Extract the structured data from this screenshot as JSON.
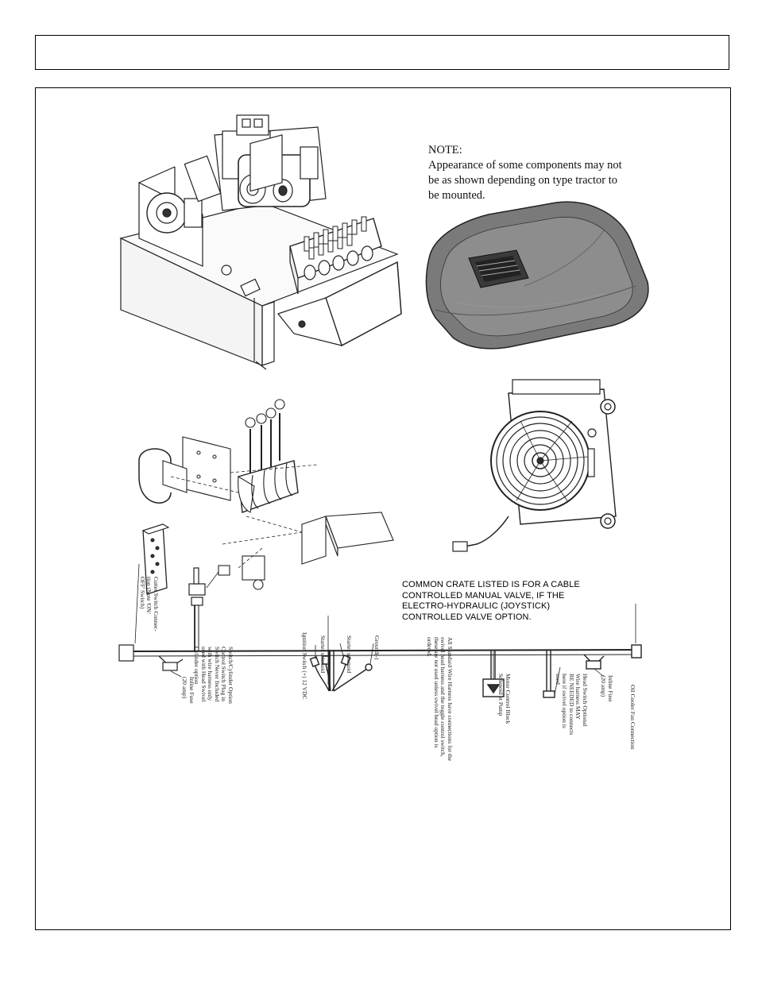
{
  "note": {
    "heading": "NOTE:",
    "line1": "Appearance of some components may not",
    "line2": "be as shown depending on type tractor to",
    "line3": "be mounted."
  },
  "crate_note": {
    "line1": "COMMON CRATE LISTED IS FOR A CABLE",
    "line2": "CONTROLLED MANUAL VALVE, IF THE",
    "line3": "ELECTRO-HYDRAULIC (JOYSTICK)",
    "line4": "CONTROLLED VALVE OPTION."
  },
  "harness_labels": {
    "cutter_switch": "Cutter Switch Connec-\ntion (Note 'ON/\nOFF' Switch)",
    "switch_cylinder": "Switch/Cylinder Option\nControl Switch Plug in\nSwitch Never Included\nwith wire harness only\nused with Head Swivel\nCylinder option",
    "ignition": "Ignition Switch (+) 12 VDC",
    "starter_a": "Starter solenoid",
    "starter_b": "Starter solenoid",
    "ground": "Ground(-)",
    "all_standard": "All Standard Wire Harness have connections for the\nswivel head harness and the toggle control switch,\nthese are not used unless swivel head option is\nordered.",
    "motor_control": "Motor Control Block\nSolenoid at Pump",
    "head_switch": "Head Switch Optional\nWire harness MAY\nBE NEEDED to connects\nhere if swivel option is\nused",
    "oil_cooler": "Oil Cooler Fan Connection",
    "inline_fuse_left": "Inline Fuse\n(20 amp)",
    "inline_fuse_right": "Inline Fuse\n(20 amp)"
  }
}
